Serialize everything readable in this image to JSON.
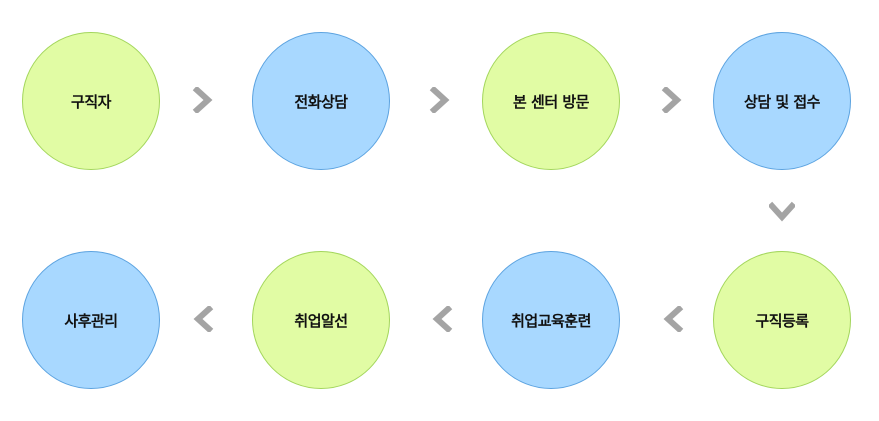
{
  "steps": [
    {
      "label": "구직자",
      "color": "green"
    },
    {
      "label": "전화상담",
      "color": "blue"
    },
    {
      "label": "본 센터 방문",
      "color": "green"
    },
    {
      "label": "상담 및 접수",
      "color": "blue"
    },
    {
      "label": "구직등록",
      "color": "green"
    },
    {
      "label": "취업교육훈련",
      "color": "blue"
    },
    {
      "label": "취업알선",
      "color": "green"
    },
    {
      "label": "사후관리",
      "color": "blue"
    }
  ],
  "colors": {
    "green_fill": "#e1fca4",
    "blue_fill": "#a8d8ff",
    "arrow": "#a4a4a4"
  },
  "arrows": [
    "right",
    "right",
    "right",
    "down",
    "left",
    "left",
    "left"
  ]
}
